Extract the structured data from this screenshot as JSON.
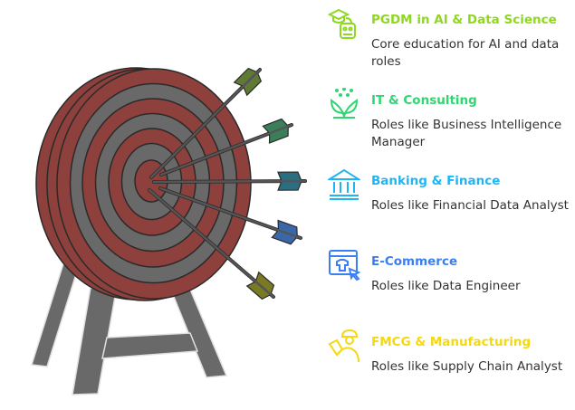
{
  "items": [
    {
      "title": "PGDM in AI & Data Science",
      "desc": "Core education for AI and data roles",
      "color": "#8ed81e",
      "icon": "graduation-robot-icon"
    },
    {
      "title": "IT & Consulting",
      "desc": "Roles like Business Intelligence Manager",
      "color": "#2fd672",
      "icon": "plant-growth-icon"
    },
    {
      "title": "Banking & Finance",
      "desc": "Roles like Financial Data Analyst",
      "color": "#1fb5f5",
      "icon": "bank-icon"
    },
    {
      "title": "E-Commerce",
      "desc": "Roles like Data Engineer",
      "color": "#3b7ff5",
      "icon": "online-shop-icon"
    },
    {
      "title": "FMCG & Manufacturing",
      "desc": "Roles like Supply Chain Analyst",
      "color": "#f5d80f",
      "icon": "worker-icon"
    }
  ],
  "colors": {
    "red": "#8e403c",
    "gray": "#696969",
    "outline": "#2a2a2a"
  },
  "arrow_colors": [
    "#5f7a35",
    "#3a7e5a",
    "#2b6e82",
    "#3a67a8",
    "#7a7a25"
  ]
}
